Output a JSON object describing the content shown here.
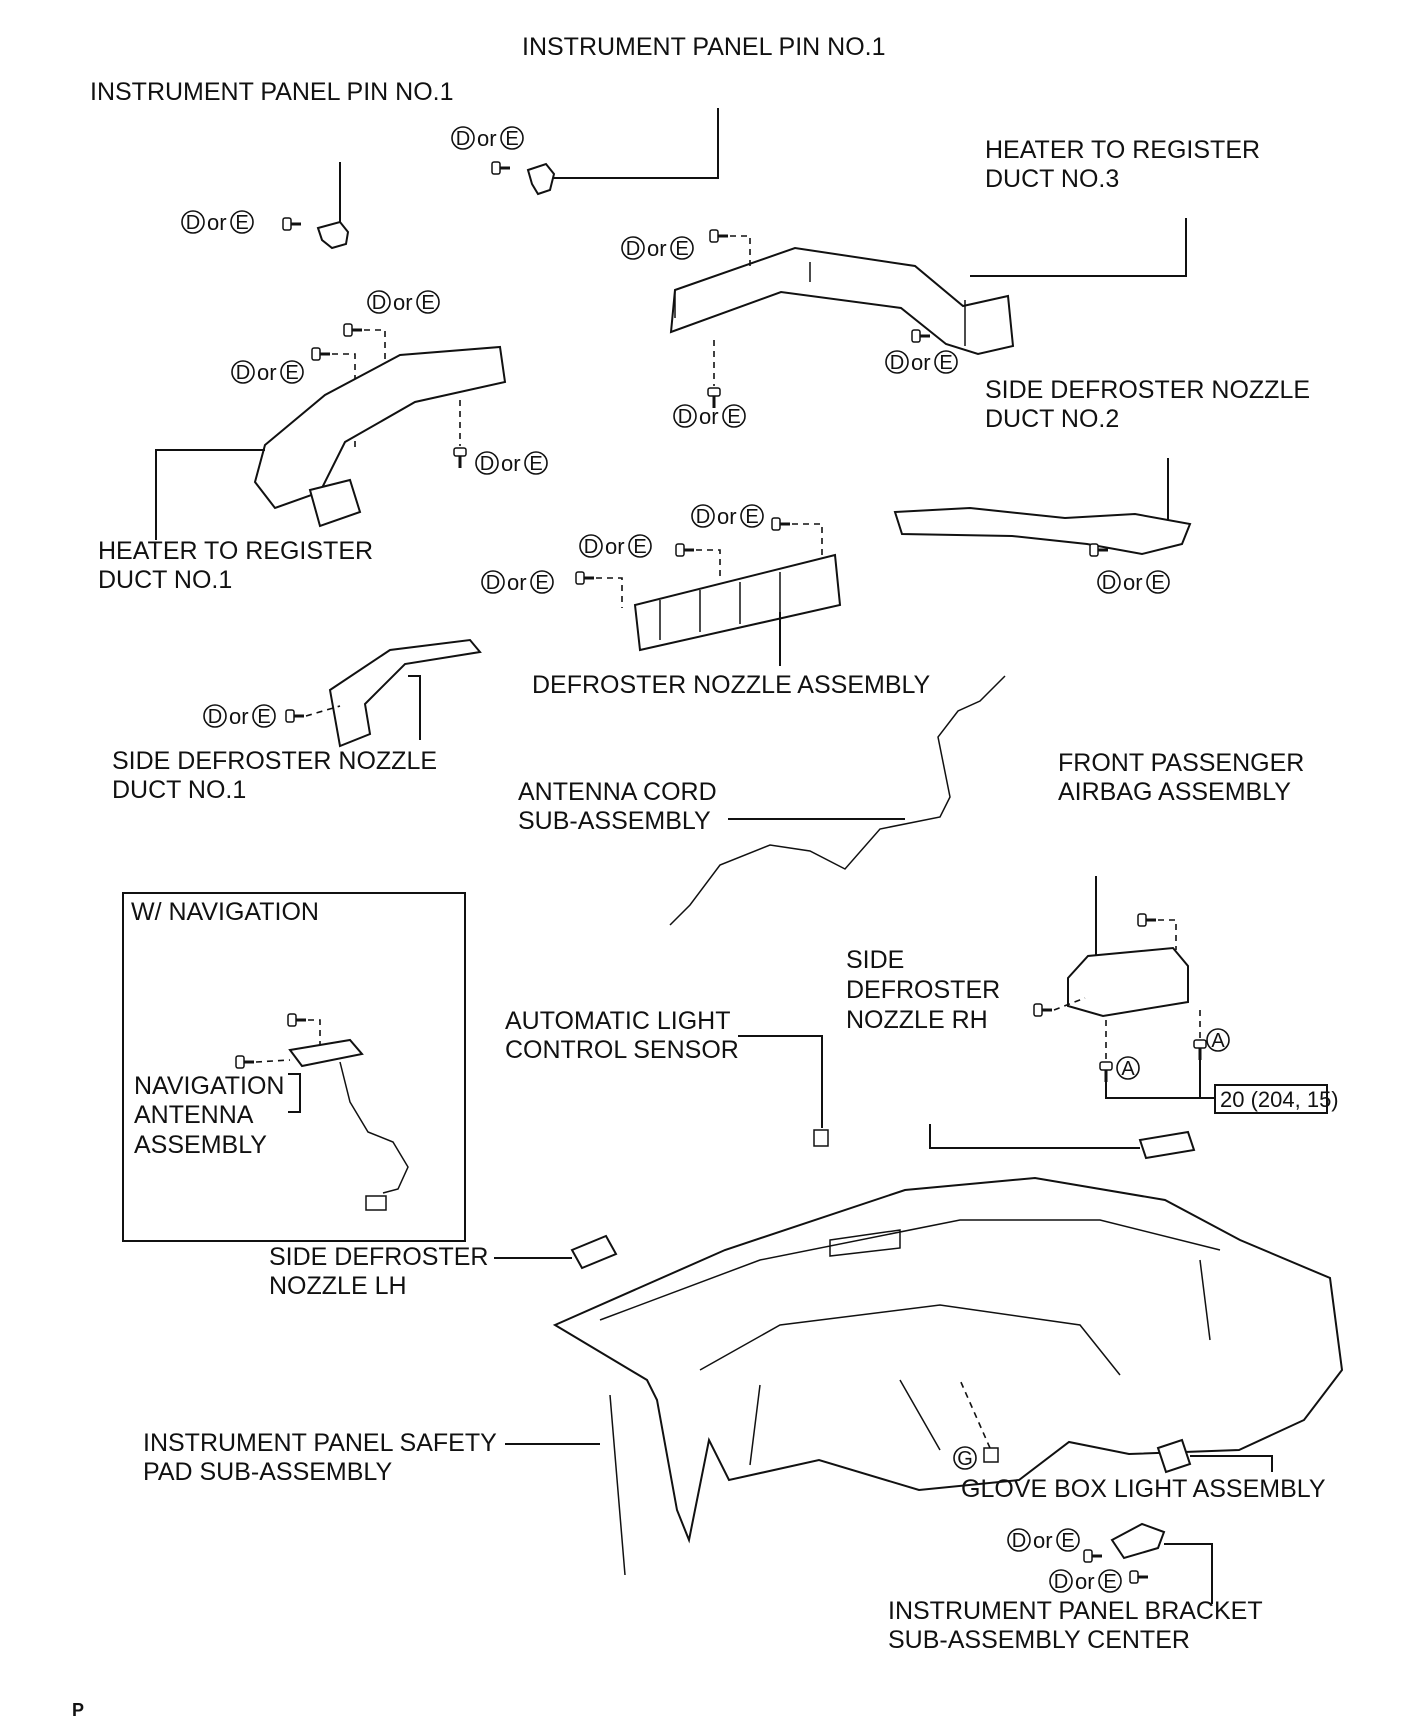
{
  "labels": {
    "pin_top": "INSTRUMENT PANEL PIN NO.1",
    "pin_left": "INSTRUMENT PANEL PIN NO.1",
    "heater_no3_l1": "HEATER TO REGISTER",
    "heater_no3_l2": "DUCT NO.3",
    "side_def_no2_l1": "SIDE DEFROSTER NOZZLE",
    "side_def_no2_l2": "DUCT NO.2",
    "heater_no1_l1": "HEATER TO REGISTER",
    "heater_no1_l2": "DUCT NO.1",
    "defroster_assy": "DEFROSTER NOZZLE ASSEMBLY",
    "side_def_no1_l1": "SIDE DEFROSTER NOZZLE",
    "side_def_no1_l2": "DUCT NO.1",
    "antenna_l1": "ANTENNA CORD",
    "antenna_l2": "SUB-ASSEMBLY",
    "airbag_l1": "FRONT PASSENGER",
    "airbag_l2": "AIRBAG ASSEMBLY",
    "nav_box_title": "W/ NAVIGATION",
    "nav_ant_l1": "NAVIGATION",
    "nav_ant_l2": "ANTENNA",
    "nav_ant_l3": "ASSEMBLY",
    "side_rh_l1": "SIDE",
    "side_rh_l2": "DEFROSTER",
    "side_rh_l3": "NOZZLE RH",
    "auto_light_l1": "AUTOMATIC LIGHT",
    "auto_light_l2": "CONTROL SENSOR",
    "torque": "20 (204, 15)",
    "side_lh_l1": "SIDE DEFROSTER",
    "side_lh_l2": "NOZZLE LH",
    "safety_pad_l1": "INSTRUMENT PANEL SAFETY",
    "safety_pad_l2": "PAD SUB-ASSEMBLY",
    "glove_light": "GLOVE BOX LIGHT ASSEMBLY",
    "bracket_l1": "INSTRUMENT PANEL BRACKET",
    "bracket_l2": "SUB-ASSEMBLY CENTER",
    "footer": "P"
  },
  "fastener": {
    "d": "D",
    "or": "or",
    "e": "E",
    "a": "A",
    "g": "G"
  }
}
